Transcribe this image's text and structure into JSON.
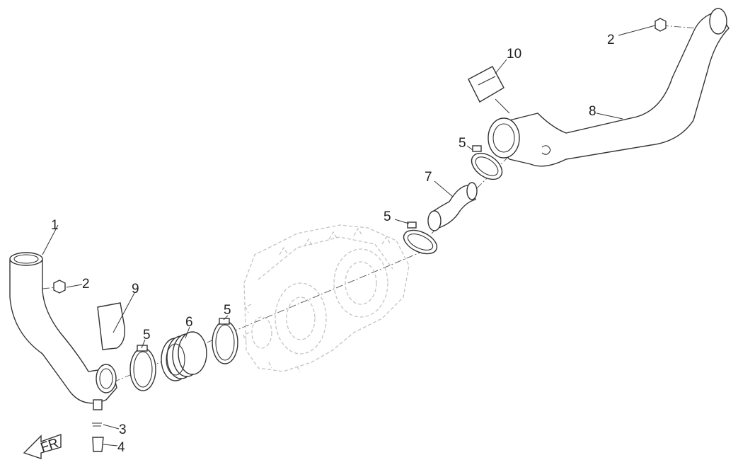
{
  "diagram": {
    "callouts": [
      {
        "id": "c1",
        "text": "1"
      },
      {
        "id": "c2a",
        "text": "2"
      },
      {
        "id": "c2b",
        "text": "2"
      },
      {
        "id": "c3",
        "text": "3"
      },
      {
        "id": "c4",
        "text": "4"
      },
      {
        "id": "c5a",
        "text": "5"
      },
      {
        "id": "c5b",
        "text": "5"
      },
      {
        "id": "c5c",
        "text": "5"
      },
      {
        "id": "c5d",
        "text": "5"
      },
      {
        "id": "c6",
        "text": "6"
      },
      {
        "id": "c7",
        "text": "7"
      },
      {
        "id": "c8",
        "text": "8"
      },
      {
        "id": "c9",
        "text": "9"
      },
      {
        "id": "c10",
        "text": "10"
      }
    ],
    "front_arrow_label": "FR"
  }
}
